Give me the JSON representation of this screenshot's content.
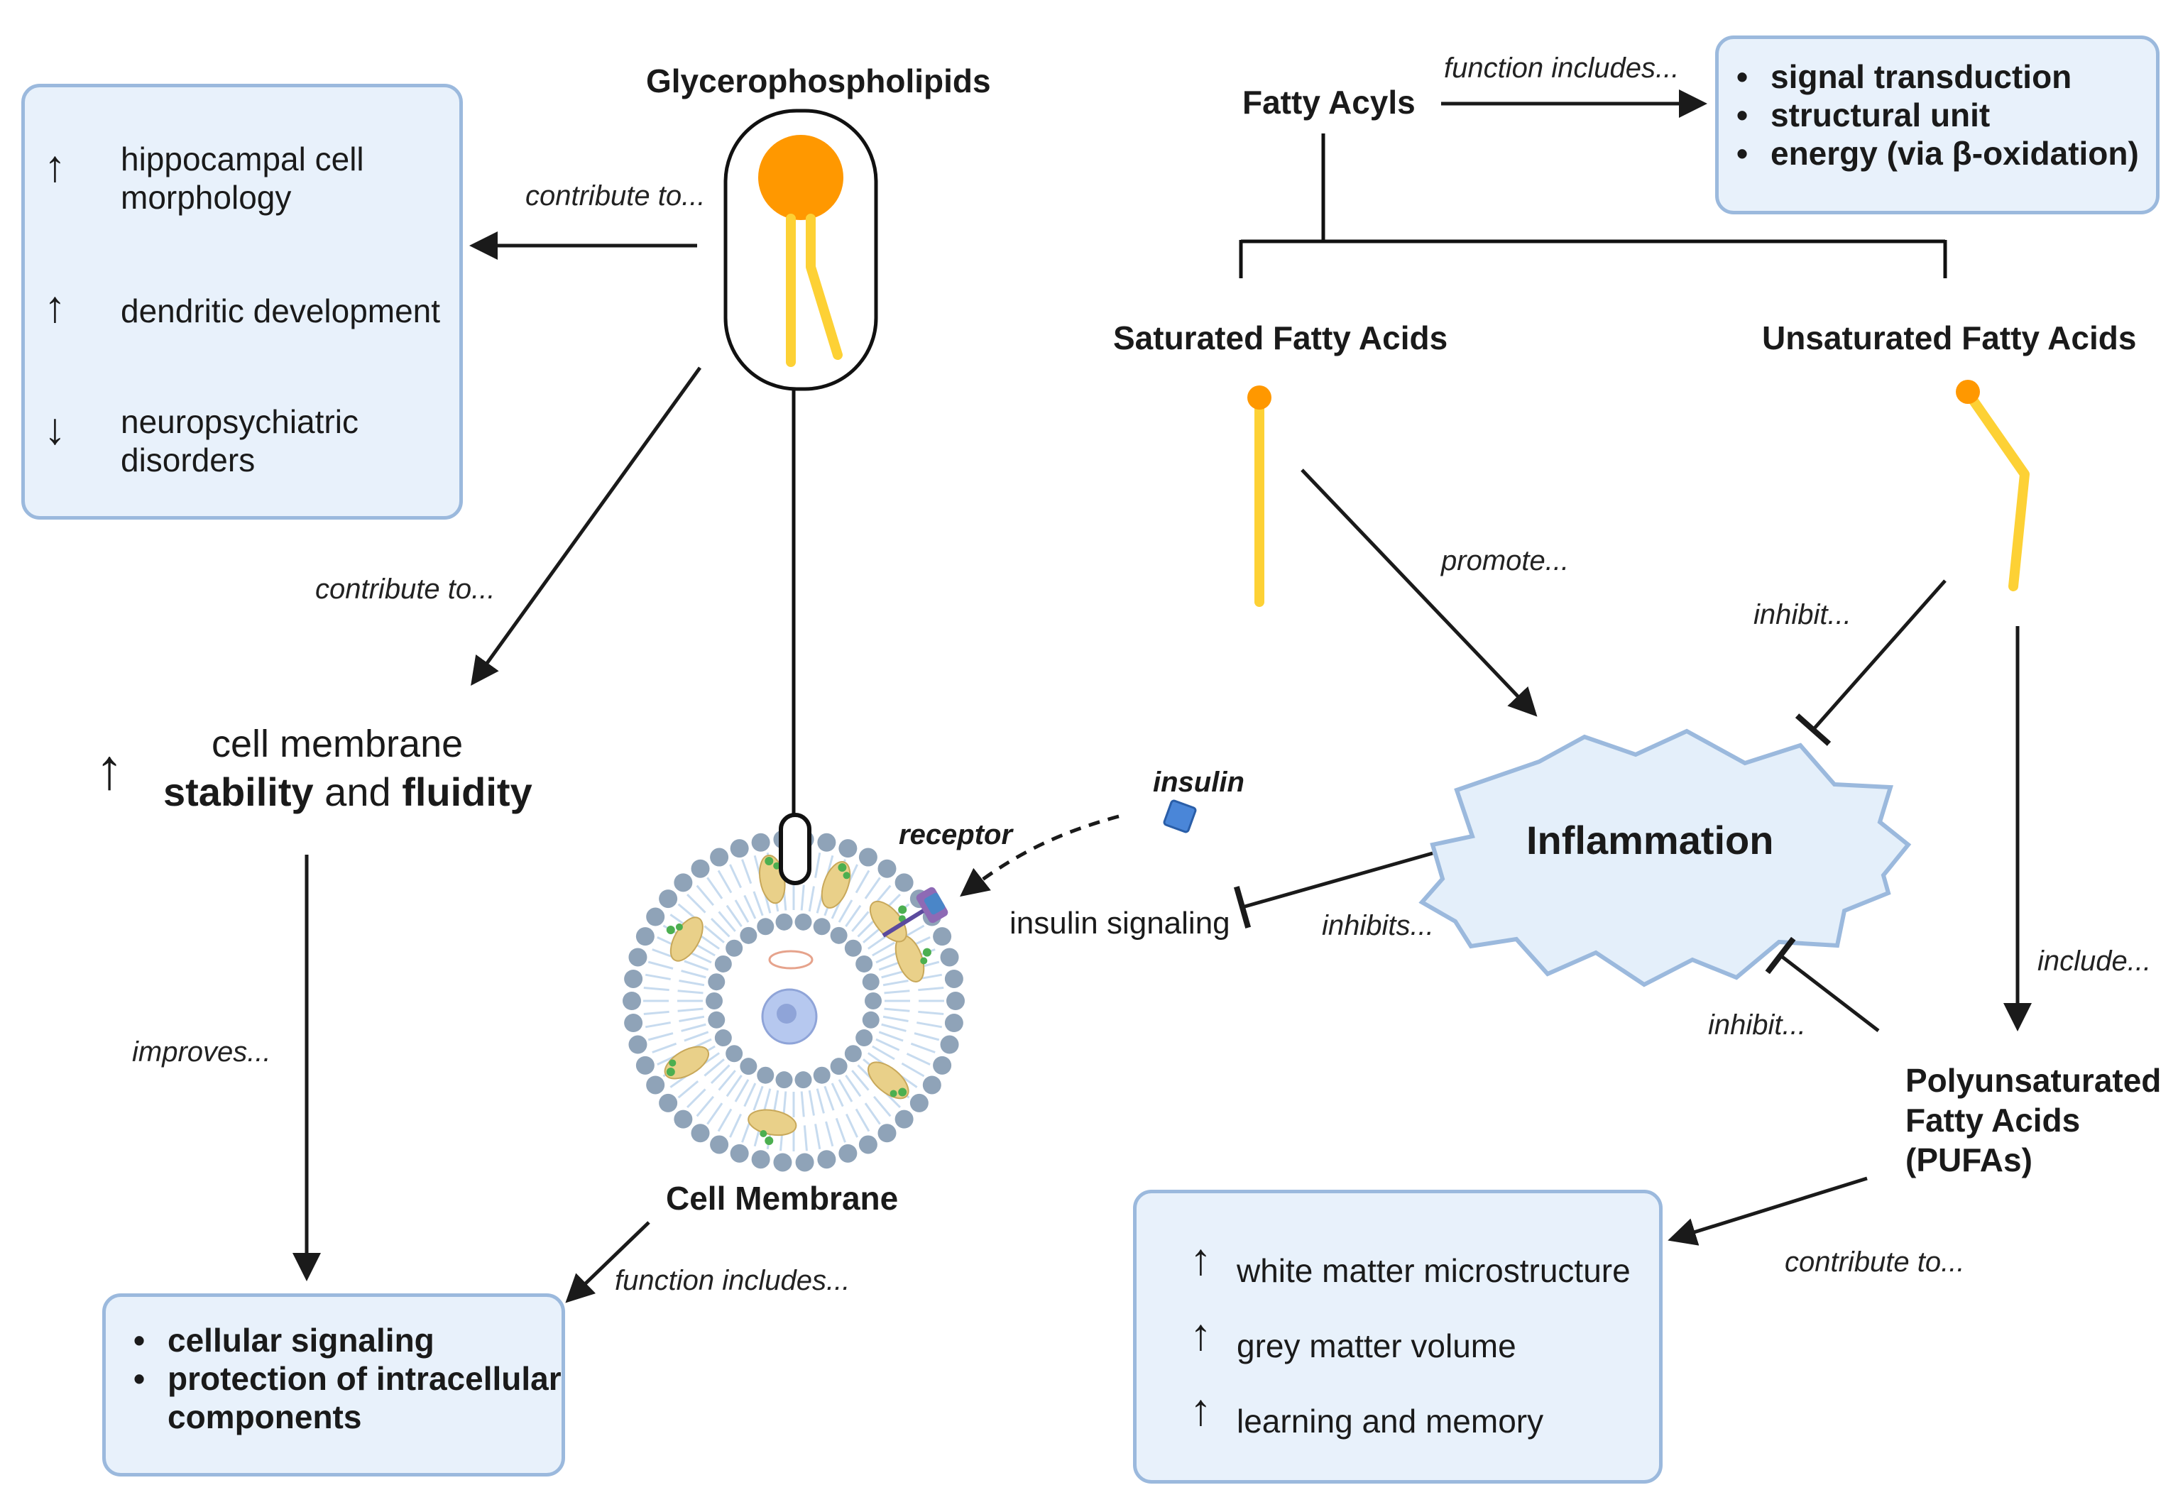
{
  "glycerophospholipids": {
    "title": "Glycerophospholipids",
    "arrow_to_box": "contribute to...",
    "arrow_to_membrane": "contribute to..."
  },
  "hippocampal_box": {
    "items": [
      {
        "direction_icon": "up-arrow-icon",
        "line1": "hippocampal cell",
        "line2": "morphology"
      },
      {
        "direction_icon": "up-arrow-icon",
        "line1": "dendritic development",
        "line2": ""
      },
      {
        "direction_icon": "down-arrow-icon",
        "line1": "neuropsychiatric",
        "line2": "disorders"
      }
    ]
  },
  "membrane_stability": {
    "direction_icon": "up-arrow-icon",
    "line1": "cell membrane",
    "line2_bold_a": "stability",
    "line2_mid": " and ",
    "line2_bold_b": "fluidity",
    "arrow_label": "improves..."
  },
  "cell_membrane": {
    "title": "Cell Membrane",
    "function_label": "function includes...",
    "functions": [
      "cellular signaling",
      "protection of intracellular",
      "components"
    ]
  },
  "insulin": {
    "insulin_label": "insulin",
    "receptor_label": "receptor",
    "signaling_label": "insulin signaling",
    "inhibits_label": "inhibits..."
  },
  "fatty_acyls": {
    "title": "Fatty Acyls",
    "function_label": "function includes...",
    "functions": [
      "signal transduction",
      "structural unit",
      "energy (via β-oxidation)"
    ]
  },
  "saturated": {
    "title": "Saturated Fatty Acids",
    "promote_label": "promote..."
  },
  "unsaturated": {
    "title": "Unsaturated Fatty Acids",
    "inhibit_label": "inhibit...",
    "include_label": "include..."
  },
  "inflammation": {
    "title": "Inflammation"
  },
  "pufas": {
    "line1": "Polyunsaturated",
    "line2": "Fatty Acids",
    "line3": "(PUFAs)",
    "inhibit_label": "inhibit...",
    "contribute_label": "contribute to..."
  },
  "brain_box": {
    "items": [
      {
        "direction_icon": "up-arrow-icon",
        "label": "white matter microstructure"
      },
      {
        "direction_icon": "up-arrow-icon",
        "label": "grey matter volume"
      },
      {
        "direction_icon": "up-arrow-icon",
        "label": "learning and memory"
      }
    ]
  },
  "colors": {
    "box_fill": "#e8f1fb",
    "box_border": "#9bb9dd",
    "head_orange": "#ff9800",
    "tail_yellow": "#fdd135",
    "membrane_dot": "#8fa3b8",
    "inflammation_fill": "#e4effa"
  }
}
